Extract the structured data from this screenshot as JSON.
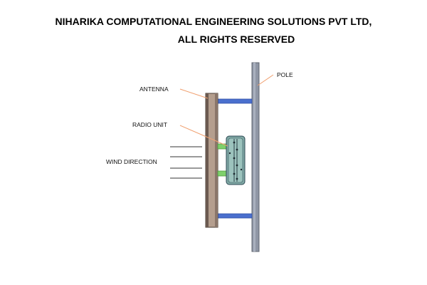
{
  "header": {
    "line1": "NIHARIKA COMPUTATIONAL ENGINEERING SOLUTIONS PVT LTD,",
    "line2": "ALL RIGHTS RESERVED"
  },
  "labels": {
    "antenna": "ANTENNA",
    "radio_unit": "RADIO UNIT",
    "wind_direction": "WIND DIRECTION",
    "pole": "POLE"
  },
  "colors": {
    "pole": "#8f96a5",
    "antenna": "#b49e8e",
    "bracket": "#4a6fce",
    "radio_unit": "#7ea7a3",
    "radio_mount": "#7ed06b",
    "leader_line": "#f0a070",
    "wind_arrow": "#9a9a9a"
  }
}
